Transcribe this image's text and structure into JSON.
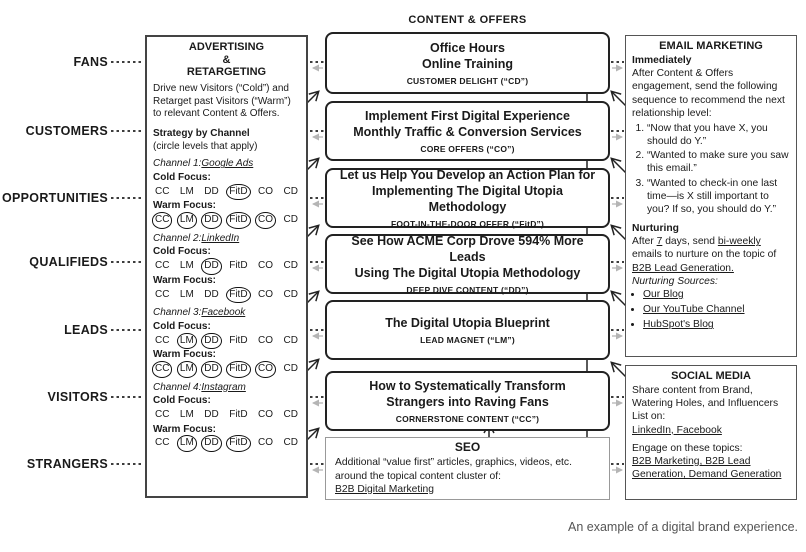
{
  "title": "CONTENT & OFFERS",
  "caption": "An example of a digital brand experience.",
  "funnel_labels": [
    "FANS",
    "CUSTOMERS",
    "OPPORTUNITIES",
    "QUALIFIEDS",
    "LEADS",
    "VISITORS",
    "STRANGERS"
  ],
  "advertising": {
    "header_lines": [
      "ADVERTISING",
      "&",
      "RETARGETING"
    ],
    "description": "Drive new Visitors (“Cold”) and Retarget past Visitors (“Warm”) to relevant Content & Offers.",
    "strategy_title": "Strategy by Channel",
    "strategy_note": "(circle levels that apply)",
    "cold_label": "Cold Focus:",
    "warm_label": "Warm Focus:",
    "levels": [
      "CC",
      "LM",
      "DD",
      "FitD",
      "CO",
      "CD"
    ],
    "channels": [
      {
        "label": "Channel 1:",
        "name": "Google Ads",
        "cold": [
          "FitD"
        ],
        "warm": [
          "CC",
          "LM",
          "DD",
          "FitD",
          "CO"
        ]
      },
      {
        "label": "Channel 2:",
        "name": "LinkedIn",
        "cold": [
          "DD"
        ],
        "warm": [
          "FitD"
        ]
      },
      {
        "label": "Channel 3:",
        "name": "Facebook",
        "cold": [
          "LM",
          "DD"
        ],
        "warm": [
          "CC",
          "LM",
          "DD",
          "FitD",
          "CO"
        ]
      },
      {
        "label": "Channel 4:",
        "name": "Instagram",
        "cold": [],
        "warm": [
          "LM",
          "DD",
          "FitD"
        ]
      }
    ]
  },
  "offers": [
    {
      "lines": [
        "Office Hours",
        "Online Training"
      ],
      "subtitle": "CUSTOMER DELIGHT (“CD”)"
    },
    {
      "lines": [
        "Implement First Digital Experience",
        "Monthly Traffic & Conversion Services"
      ],
      "subtitle": "CORE OFFERS (“CO”)"
    },
    {
      "lines": [
        "Let us Help You Develop an Action Plan for",
        "Implementing The Digital Utopia Methodology"
      ],
      "subtitle": "FOOT-IN-THE-DOOR OFFER (“FitD”)"
    },
    {
      "lines": [
        "See How ACME Corp Drove 594% More Leads",
        "Using The Digital Utopia Methodology"
      ],
      "subtitle": "DEEP DIVE CONTENT (“DD”)"
    },
    {
      "lines": [
        "The Digital Utopia Blueprint"
      ],
      "subtitle": "LEAD MAGNET (“LM”)"
    },
    {
      "lines": [
        "How to Systematically Transform",
        "Strangers into Raving Fans"
      ],
      "subtitle": "CORNERSTONE CONTENT (“CC”)"
    }
  ],
  "seo": {
    "header": "SEO",
    "description": "Additional “value first” articles, graphics, videos, etc. around the topical content cluster of:",
    "link": "B2B Digital Marketing"
  },
  "email_marketing": {
    "header": "EMAIL MARKETING",
    "immediately_label": "Immediately",
    "immediately_text": "After Content & Offers engagement, send the following sequence to recommend the next relationship level:",
    "sequence": [
      "“Now that you have X, you should do Y.”",
      "“Wanted to make sure you saw this email.”",
      "“Wanted to check-in one last time—is X still important to you? If so, you should do Y.”"
    ],
    "nurturing_label": "Nurturing",
    "nurturing": {
      "t1": "After ",
      "u1": "7",
      "t2": " days, send ",
      "u2": "bi-weekly",
      "t3": " emails to nurture on the topic of ",
      "u3": "B2B Lead Generation."
    },
    "sources_label": "Nurturing Sources:",
    "sources": [
      "Our Blog",
      "Our YouTube Channel",
      "HubSpot's Blog"
    ]
  },
  "social_media": {
    "header": "SOCIAL MEDIA",
    "share_text": "Share content from Brand, Watering Holes, and Influencers List on:",
    "share_links": "LinkedIn, Facebook",
    "engage_text": "Engage on these topics:",
    "engage_links": "B2B Marketing, B2B Lead Generation, Demand Generation"
  }
}
